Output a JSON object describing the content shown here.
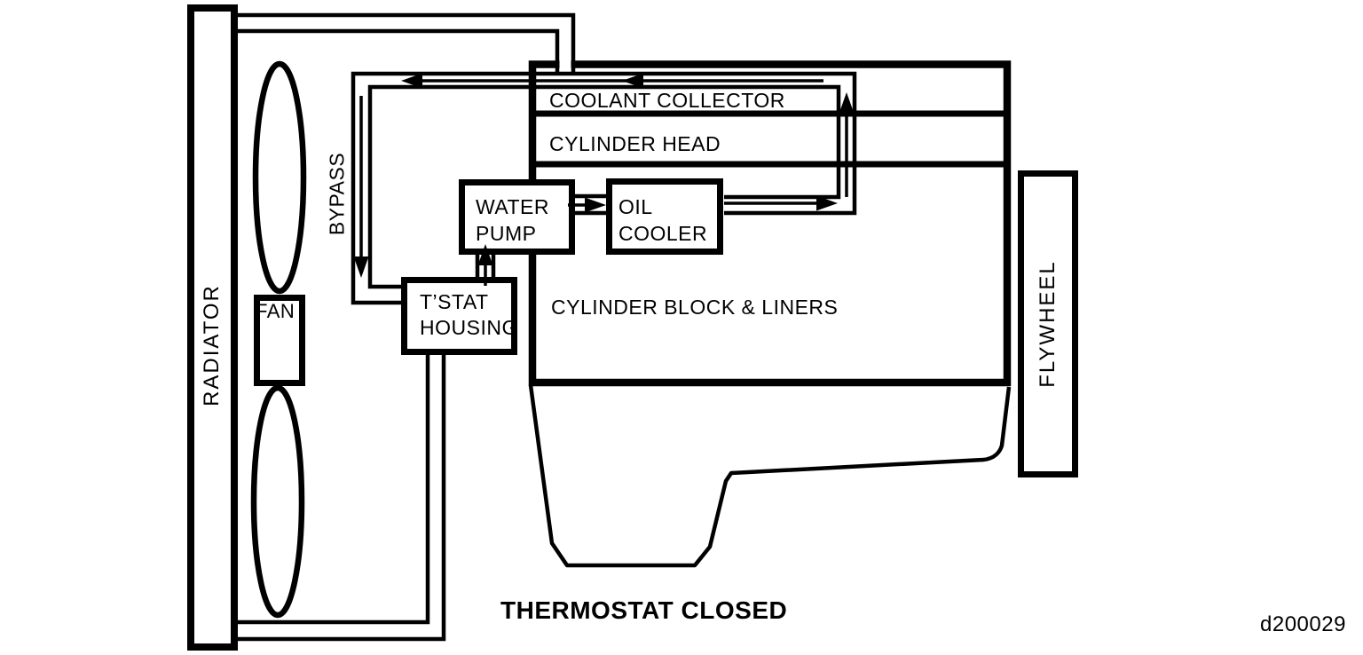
{
  "diagram": {
    "caption": "THERMOSTAT CLOSED",
    "figure_id": "d200029",
    "colors": {
      "line": "#000000",
      "background": "#ffffff"
    },
    "labels": {
      "radiator": "RADIATOR",
      "fan": "FAN",
      "bypass": "BYPASS",
      "coolant_collector": "COOLANT COLLECTOR",
      "cylinder_head": "CYLINDER HEAD",
      "water_pump_line1": "WATER",
      "water_pump_line2": "PUMP",
      "oil_cooler_line1": "OIL",
      "oil_cooler_line2": "COOLER",
      "tstat_line1": "T’STAT",
      "tstat_line2": "HOUSING",
      "cylinder_block": "CYLINDER BLOCK & LINERS",
      "flywheel": "FLYWHEEL"
    }
  }
}
